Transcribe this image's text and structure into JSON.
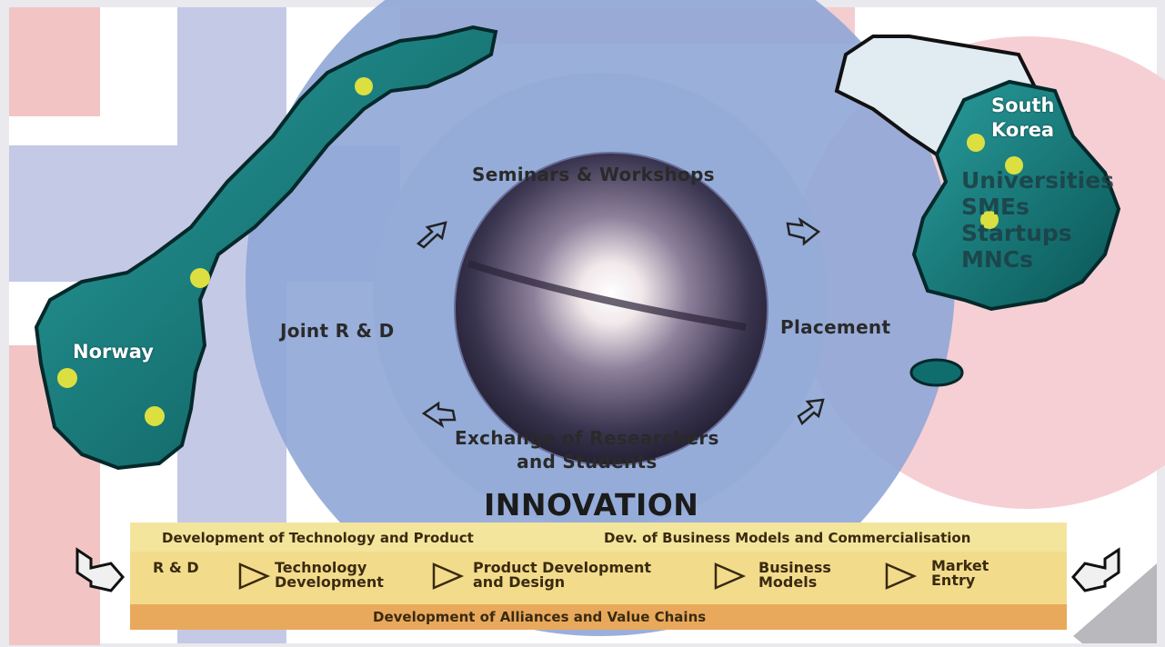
{
  "cycle": {
    "top": "Seminars & Workshops",
    "left": "Joint R & D",
    "right": "Placement",
    "bottom_line1": "Exchange of Researchers",
    "bottom_line2": "and Students"
  },
  "countries": {
    "norway": "Norway",
    "korea_line1": "South",
    "korea_line2": "Korea"
  },
  "korea_actors": [
    "Universities",
    "SMEs",
    "Startups",
    "MNCs"
  ],
  "innovation": "INNOVATION",
  "pipeline": {
    "header_left": "Development of Technology and Product",
    "header_right": "Dev. of Business Models and Commercialisation",
    "steps": [
      {
        "line1": "R & D",
        "line2": ""
      },
      {
        "line1": "Technology",
        "line2": "Development"
      },
      {
        "line1": "Product Development",
        "line2": "and Design"
      },
      {
        "line1": "Business",
        "line2": "Models"
      },
      {
        "line1": "Market",
        "line2": "Entry"
      }
    ],
    "footer": "Development of Alliances and Value Chains"
  },
  "colors": {
    "circle": "#8fa6d6",
    "land": "#0f6d6d",
    "dots": "#dbe040",
    "band_light": "#f4e59c",
    "band_dark": "#e9a95c"
  }
}
